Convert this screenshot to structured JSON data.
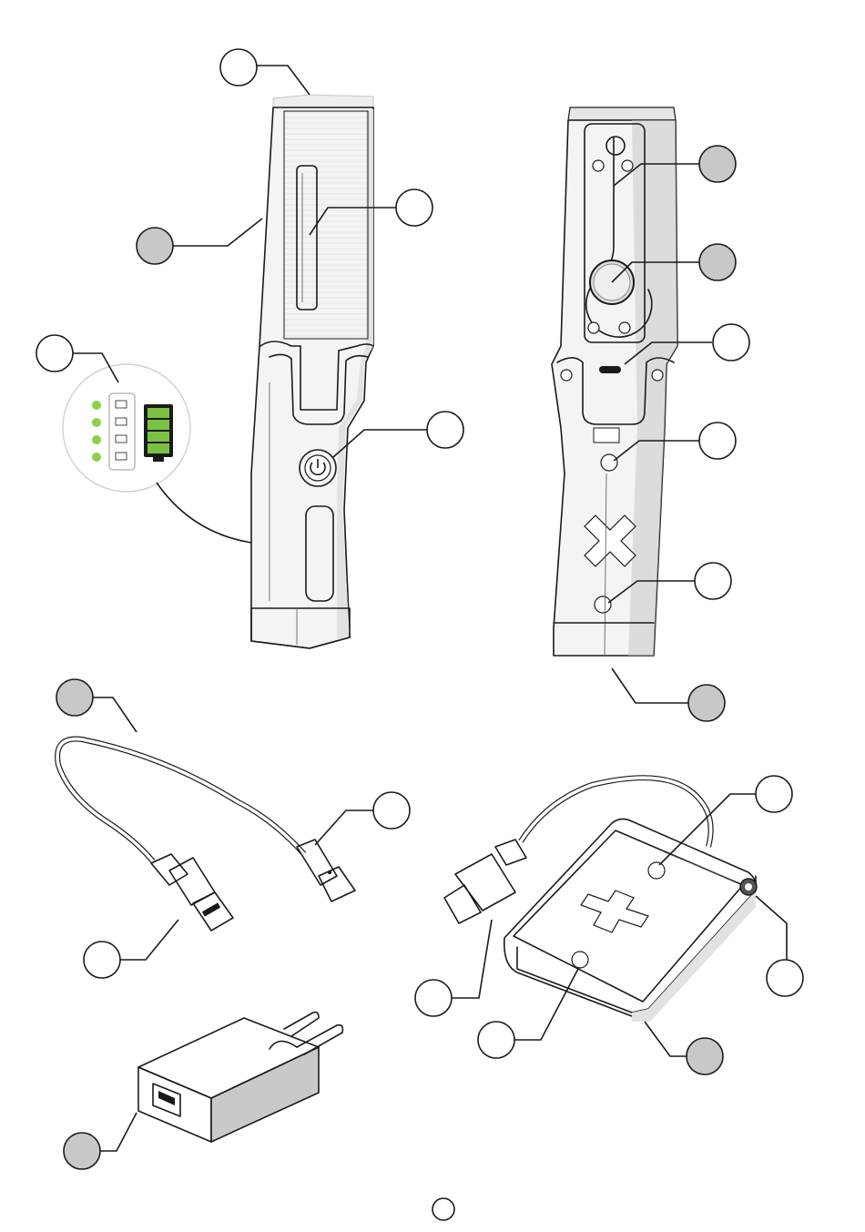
{
  "palette": {
    "line": "#1a1a1a",
    "callout_fill_grey": "#c8c8c8",
    "callout_fill_open": "#ffffff",
    "battery_green": "#7cc242",
    "led_green": "#8dd14a",
    "body_shade": "#d0d0d0"
  },
  "callouts": [
    {
      "id": "lamp-top",
      "style": "open"
    },
    {
      "id": "lamp-side",
      "style": "grey"
    },
    {
      "id": "lamp-led-strip",
      "style": "open"
    },
    {
      "id": "battery-indicator",
      "style": "open"
    },
    {
      "id": "power-button",
      "style": "open"
    },
    {
      "id": "hook",
      "style": "grey"
    },
    {
      "id": "magnet",
      "style": "grey"
    },
    {
      "id": "usb-c-port",
      "style": "open"
    },
    {
      "id": "mount-hole-upper",
      "style": "open"
    },
    {
      "id": "mount-hole-lower",
      "style": "open"
    },
    {
      "id": "lamp-base",
      "style": "grey"
    },
    {
      "id": "cable",
      "style": "grey"
    },
    {
      "id": "cable-usb-c-plug",
      "style": "open"
    },
    {
      "id": "cable-usb-a-plug",
      "style": "open"
    },
    {
      "id": "pad-hole-upper",
      "style": "open"
    },
    {
      "id": "pad-port",
      "style": "open"
    },
    {
      "id": "pad-usb-a-plug",
      "style": "open"
    },
    {
      "id": "pad-hole-lower",
      "style": "open"
    },
    {
      "id": "pad-base",
      "style": "grey"
    },
    {
      "id": "charger-usb-port",
      "style": "grey"
    },
    {
      "id": "page-marker",
      "style": "open"
    }
  ],
  "battery_inset": {
    "led_count": 4,
    "charge_bars": 4,
    "icons": [
      "leaf-icon",
      "battery-icon"
    ]
  }
}
